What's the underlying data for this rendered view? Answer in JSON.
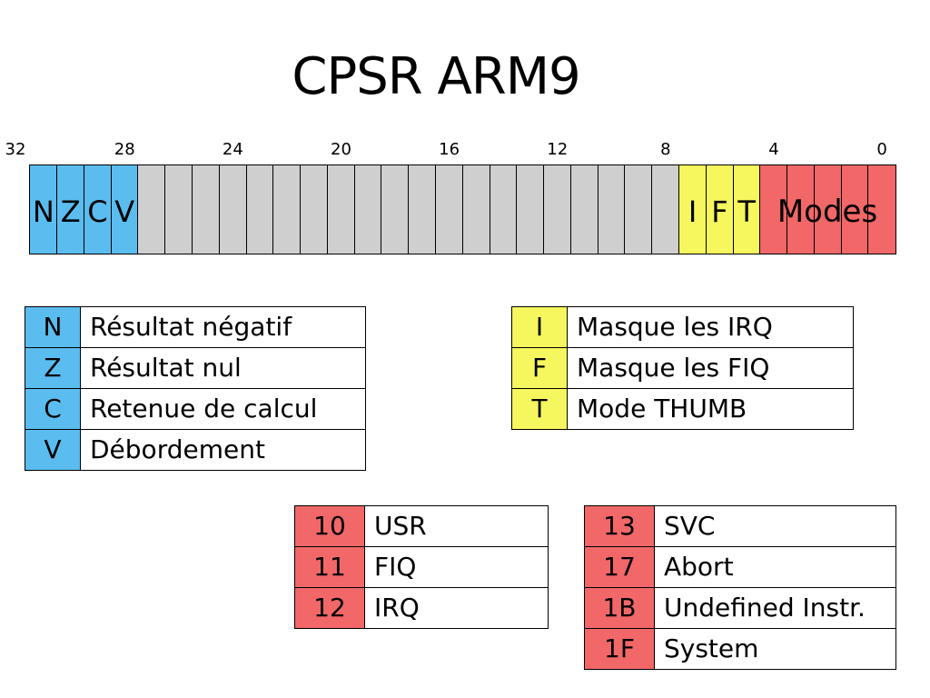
{
  "title": "CPSR ARM9",
  "bit_labels": [
    "32",
    "28",
    "24",
    "20",
    "16",
    "12",
    "8",
    "4",
    "0"
  ],
  "register": {
    "flag_bits": [
      "N",
      "Z",
      "C",
      "V"
    ],
    "control_bits": [
      "I",
      "F",
      "T"
    ],
    "modes_label": "Modes",
    "colors": {
      "flags": "#5bbcf0",
      "reserved": "#cfcfcf",
      "control": "#f6f65e",
      "modes": "#f26767"
    }
  },
  "flags_legend": [
    {
      "code": "N",
      "desc": "Résultat négatif"
    },
    {
      "code": "Z",
      "desc": "Résultat nul"
    },
    {
      "code": "C",
      "desc": "Retenue de calcul"
    },
    {
      "code": "V",
      "desc": "Débordement"
    }
  ],
  "control_legend": [
    {
      "code": "I",
      "desc": "Masque les IRQ"
    },
    {
      "code": "F",
      "desc": "Masque les FIQ"
    },
    {
      "code": "T",
      "desc": "Mode THUMB"
    }
  ],
  "modes_legend_1": [
    {
      "code": "10",
      "desc": "USR"
    },
    {
      "code": "11",
      "desc": "FIQ"
    },
    {
      "code": "12",
      "desc": "IRQ"
    }
  ],
  "modes_legend_2": [
    {
      "code": "13",
      "desc": "SVC"
    },
    {
      "code": "17",
      "desc": "Abort"
    },
    {
      "code": "1B",
      "desc": "Undefined Instr."
    },
    {
      "code": "1F",
      "desc": "System"
    }
  ]
}
